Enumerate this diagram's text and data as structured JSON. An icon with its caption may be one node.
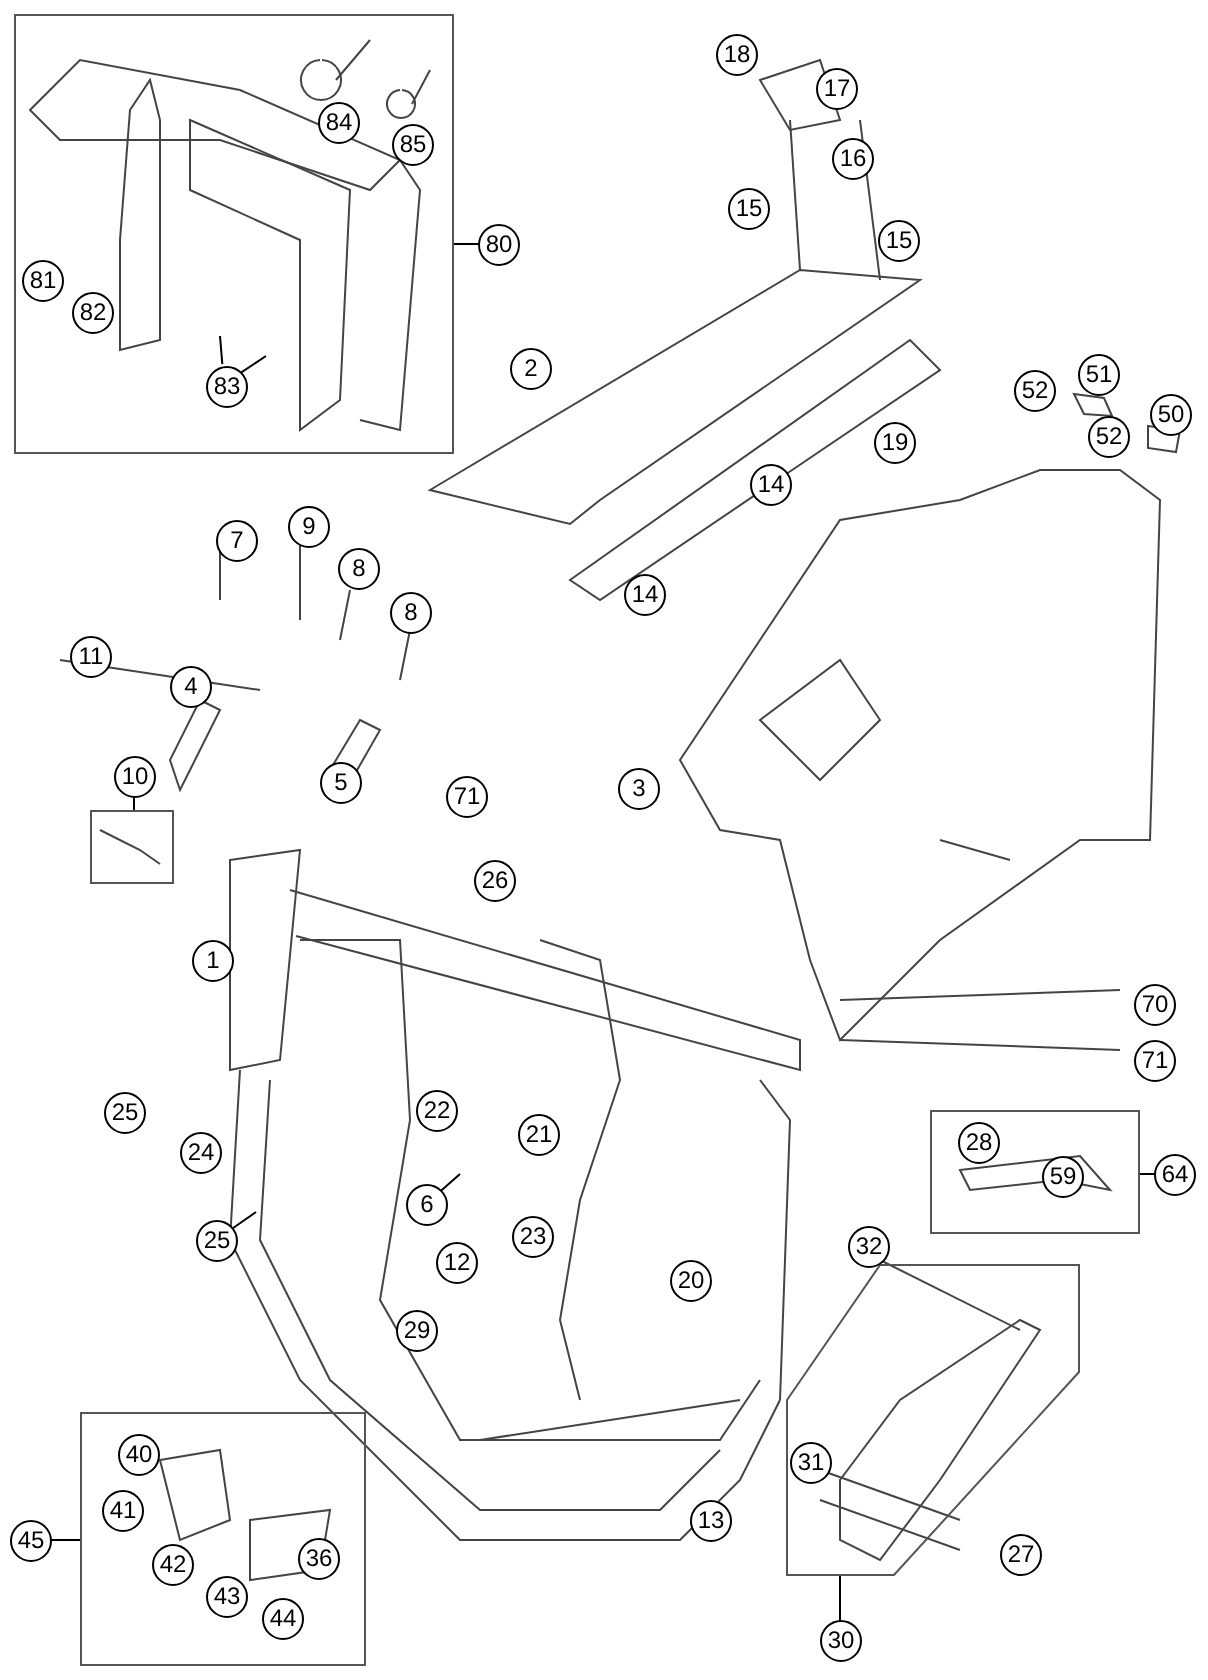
{
  "diagram": {
    "nodes": [
      {
        "text": [],
        "shape": "box"
      },
      {
        "text": [
          "84"
        ],
        "in": 0
      },
      {
        "text": [
          "85"
        ],
        "in": 0
      },
      {
        "text": [
          "81"
        ],
        "in": 0
      },
      {
        "text": [
          "82"
        ],
        "in": 0
      },
      {
        "text": [
          "83"
        ],
        "in": 0
      },
      {
        "text": [
          "80"
        ]
      },
      {
        "text": [
          "18"
        ]
      },
      {
        "text": [
          "17"
        ]
      },
      {
        "text": [
          "16"
        ]
      },
      {
        "text": [
          "15"
        ]
      },
      {
        "text": [
          "15"
        ]
      },
      {
        "text": [
          "2"
        ]
      },
      {
        "text": [
          "52"
        ]
      },
      {
        "text": [
          "51"
        ]
      },
      {
        "text": [
          "50"
        ]
      },
      {
        "text": [
          "52"
        ]
      },
      {
        "text": [
          "19"
        ]
      },
      {
        "text": [
          "14"
        ]
      },
      {
        "text": [
          "7"
        ]
      },
      {
        "text": [
          "9"
        ]
      },
      {
        "text": [
          "8"
        ]
      },
      {
        "text": [
          "8"
        ]
      },
      {
        "text": [
          "11"
        ]
      },
      {
        "text": [
          "4"
        ]
      },
      {
        "text": [
          "5"
        ]
      },
      {
        "text": [
          "14"
        ]
      },
      {
        "text": [
          "10"
        ]
      },
      {
        "text": [],
        "shape": "box"
      },
      {
        "text": [
          "71"
        ]
      },
      {
        "text": [
          "3"
        ]
      },
      {
        "text": [
          "26"
        ]
      },
      {
        "text": [
          "1"
        ]
      },
      {
        "text": [
          "70"
        ]
      },
      {
        "text": [
          "71"
        ]
      },
      {
        "text": [
          "22"
        ]
      },
      {
        "text": [
          "21"
        ]
      },
      {
        "text": [
          "25"
        ]
      },
      {
        "text": [
          "24"
        ]
      },
      {
        "text": [],
        "shape": "box"
      },
      {
        "text": [
          "28"
        ],
        "in": 39
      },
      {
        "text": [
          "59"
        ],
        "in": 39
      },
      {
        "text": [
          "64"
        ]
      },
      {
        "text": [
          "6"
        ]
      },
      {
        "text": [
          "25"
        ]
      },
      {
        "text": [
          "23"
        ]
      },
      {
        "text": [
          "12"
        ]
      },
      {
        "text": [
          "32"
        ]
      },
      {
        "text": [
          "20"
        ]
      },
      {
        "text": [
          "29"
        ]
      },
      {
        "text": [],
        "shape": "box"
      },
      {
        "text": [
          "31"
        ],
        "in": 50
      },
      {
        "text": [
          "27"
        ],
        "in": 50
      },
      {
        "text": [
          "13"
        ]
      },
      {
        "text": [],
        "shape": "box"
      },
      {
        "text": [
          "40"
        ],
        "in": 54
      },
      {
        "text": [
          "41"
        ],
        "in": 54
      },
      {
        "text": [
          "42"
        ],
        "in": 54
      },
      {
        "text": [
          "43"
        ],
        "in": 54
      },
      {
        "text": [
          "36"
        ],
        "in": 54
      },
      {
        "text": [
          "44"
        ],
        "in": 54
      },
      {
        "text": [
          "45"
        ]
      },
      {
        "text": [
          "30"
        ]
      }
    ],
    "edges": [
      {
        "from": 6,
        "to": 0,
        "arrow": "none"
      },
      {
        "from": 5,
        "to": null,
        "arrow": "none"
      },
      {
        "from": 5,
        "to": null,
        "arrow": "none"
      },
      {
        "from": 42,
        "to": 39,
        "arrow": "none"
      },
      {
        "from": 27,
        "to": 28,
        "arrow": "none"
      },
      {
        "from": 61,
        "to": 54,
        "arrow": "none"
      },
      {
        "from": 62,
        "to": 50,
        "arrow": "none"
      },
      {
        "from": 43,
        "to": null,
        "arrow": "none"
      },
      {
        "from": 44,
        "to": null,
        "arrow": "none"
      }
    ]
  }
}
